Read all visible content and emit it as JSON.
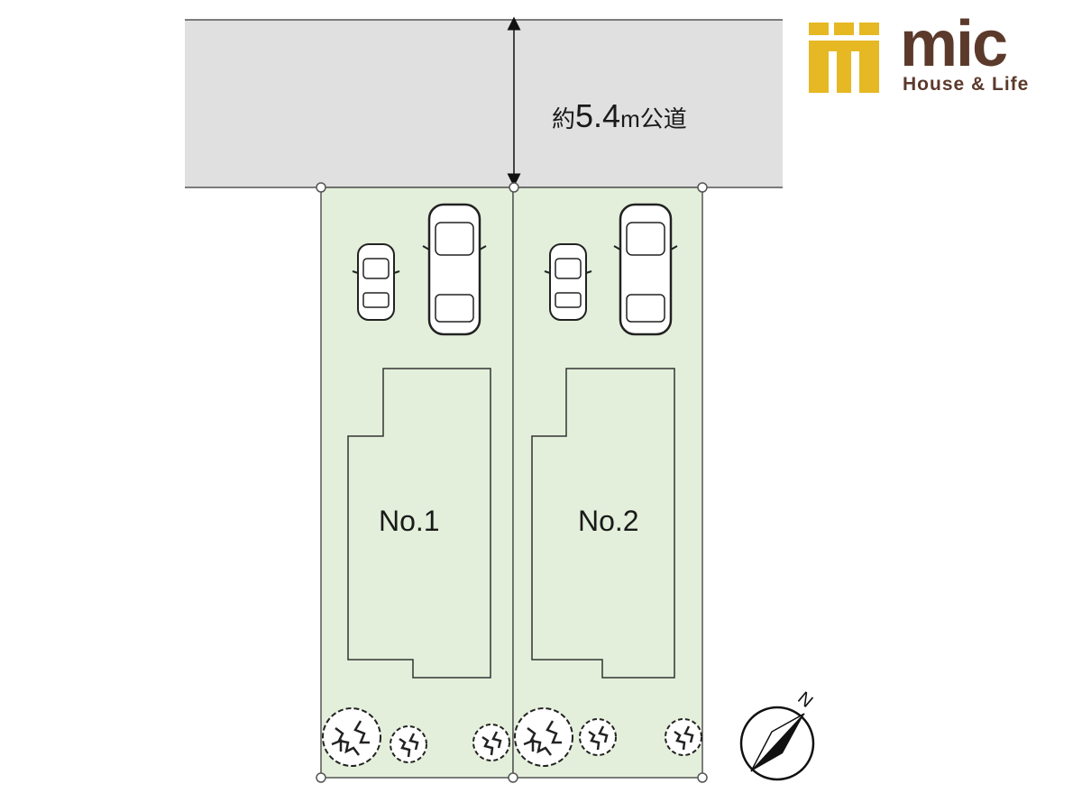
{
  "road": {
    "label_prefix": "約",
    "width_value": "5.4",
    "unit": "m",
    "label_suffix": "公道"
  },
  "lots": [
    {
      "label": "No.1"
    },
    {
      "label": "No.2"
    }
  ],
  "compass": {
    "label": "N"
  },
  "logo": {
    "name": "mic",
    "tagline": "House & Life",
    "brand_color": "#5b3a2c",
    "mark_color": "#e6b823"
  },
  "colors": {
    "road": "#e0e0e0",
    "lot": "#e3efda",
    "line": "#555555"
  }
}
